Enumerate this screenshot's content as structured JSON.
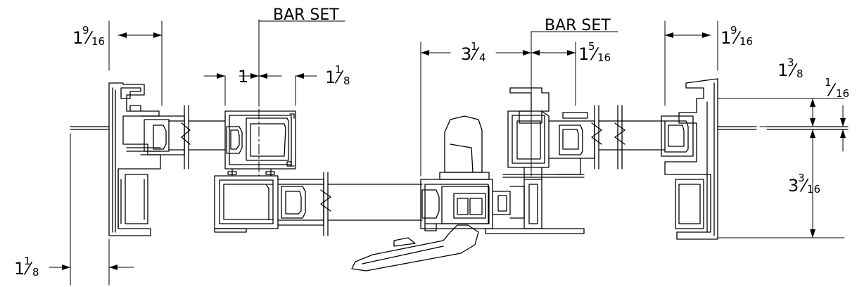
{
  "labels": {
    "bar_set_left": "BAR SET",
    "bar_set_right": "BAR SET"
  },
  "dimensions": {
    "top_left_whole": "1",
    "top_left_num": "9",
    "top_left_den": "16",
    "mid_one": "1",
    "mid_one_eighth_whole": "1",
    "mid_one_eighth_num": "1",
    "mid_one_eighth_den": "8",
    "center_whole": "3",
    "center_num": "1",
    "center_den": "4",
    "center_right_whole": "1",
    "center_right_num": "5",
    "center_right_den": "16",
    "top_right_whole": "1",
    "top_right_num": "9",
    "top_right_den": "16",
    "right_top_whole": "1",
    "right_top_num": "3",
    "right_top_den": "8",
    "right_small_num": "1",
    "right_small_den": "16",
    "right_bottom_whole": "3",
    "right_bottom_num": "3",
    "right_bottom_den": "16",
    "bottom_left_whole": "1",
    "bottom_left_num": "1",
    "bottom_left_den": "8"
  }
}
